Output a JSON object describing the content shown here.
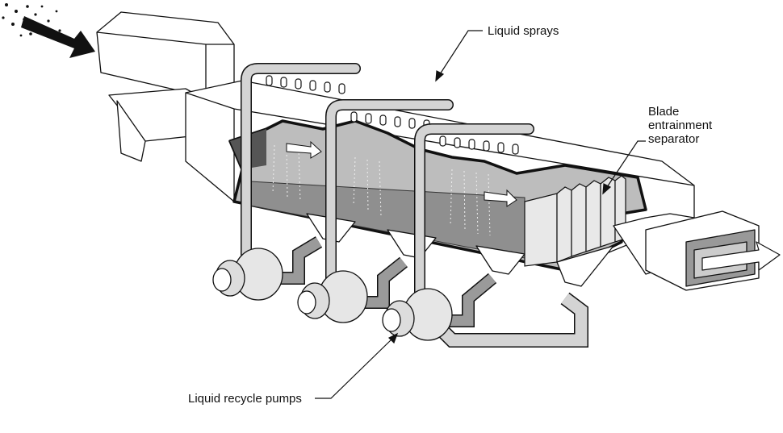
{
  "title": "Spray chamber scrubber with liquid recycle",
  "labels": {
    "liquid_sprays": "Liquid sprays",
    "blade_separator_line1": "Blade",
    "blade_separator_line2": "entrainment",
    "blade_separator_line3": "separator",
    "recycle_pumps": "Liquid recycle pumps"
  },
  "colors": {
    "outline": "#111111",
    "pipe": "#d4d4d4",
    "interior": "#9a9a9a",
    "duct": "#ffffff"
  }
}
